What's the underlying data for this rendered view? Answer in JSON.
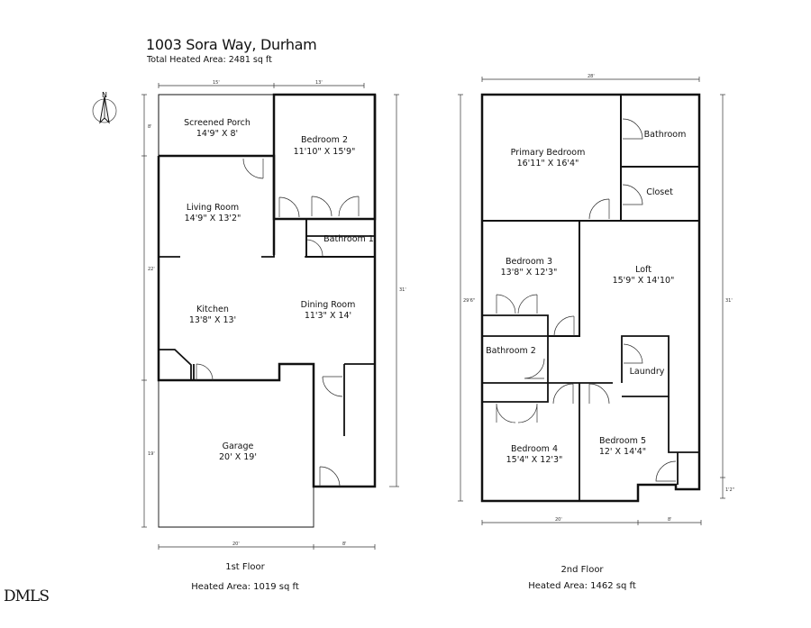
{
  "header": {
    "title": "1003 Sora Way, Durham",
    "total_area": "Total Heated Area: 2481 sq ft"
  },
  "compass": {
    "label": "N",
    "icon": "north-arrow-icon"
  },
  "floors": [
    {
      "name": "1st Floor",
      "heated_area": "Heated Area: 1019 sq ft",
      "dimensions": {
        "top_left": "15'",
        "top_right": "13'",
        "left_top": "8'",
        "left_mid": "22'",
        "left_bottom": "19'",
        "right": "31'",
        "bottom_left": "20'",
        "bottom_right": "8'"
      },
      "rooms": [
        {
          "name": "Screened Porch",
          "size": "14'9\" X 8'"
        },
        {
          "name": "Bedroom 2",
          "size": "11'10\" X 15'9\""
        },
        {
          "name": "Living Room",
          "size": "14'9\" X 13'2\""
        },
        {
          "name": "Bathroom 1",
          "size": ""
        },
        {
          "name": "Kitchen",
          "size": "13'8\" X 13'"
        },
        {
          "name": "Dining Room",
          "size": "11'3\" X 14'"
        },
        {
          "name": "Garage",
          "size": "20' X 19'"
        }
      ]
    },
    {
      "name": "2nd Floor",
      "heated_area": "Heated Area: 1462 sq ft",
      "dimensions": {
        "top": "28'",
        "left": "29'6\"",
        "right": "31'",
        "right_small": "1'2\"",
        "bottom_left": "20'",
        "bottom_right": "8'"
      },
      "rooms": [
        {
          "name": "Primary Bedroom",
          "size": "16'11\" X 16'4\""
        },
        {
          "name": "Bathroom",
          "size": ""
        },
        {
          "name": "Closet",
          "size": ""
        },
        {
          "name": "Bedroom 3",
          "size": "13'8\" X 12'3\""
        },
        {
          "name": "Loft",
          "size": "15'9\" X 14'10\""
        },
        {
          "name": "Bathroom 2",
          "size": ""
        },
        {
          "name": "Laundry",
          "size": ""
        },
        {
          "name": "Bedroom 4",
          "size": "15'4\" X 12'3\""
        },
        {
          "name": "Bedroom 5",
          "size": "12' X 14'4\""
        }
      ]
    }
  ],
  "watermark": {
    "logo": "DMLS"
  }
}
